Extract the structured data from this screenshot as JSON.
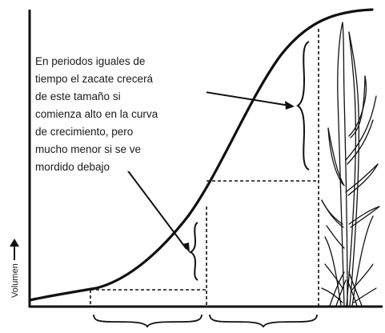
{
  "annotation": {
    "lines": [
      "En periodos iguales de",
      "tiempo el zacate crecerá",
      "de este tamaño si",
      "comienza alto en la curva",
      "de crecimiento, pero",
      "mucho menor si se ve",
      "mordido debajo"
    ]
  },
  "y_axis": {
    "label": "Volumen"
  },
  "colors": {
    "ink": "#111111",
    "background": "#ffffff"
  },
  "icons": {
    "arrow": "arrow-up-icon",
    "plant": "grass-plant-icon"
  }
}
